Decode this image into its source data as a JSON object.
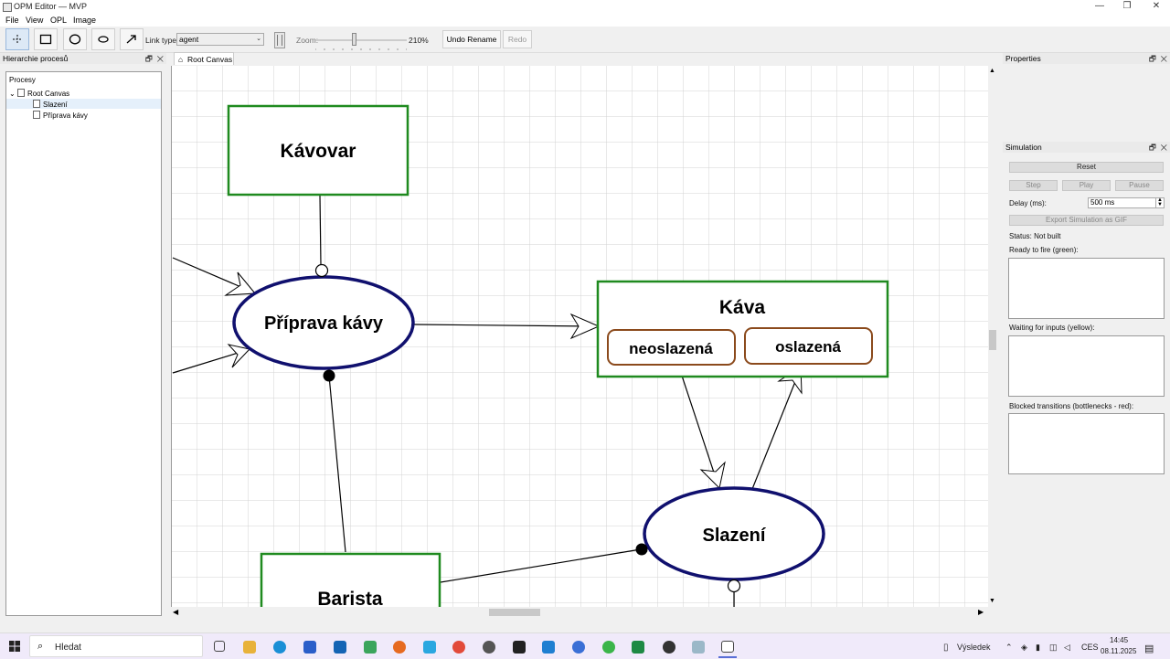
{
  "window": {
    "title": "OPM Editor — MVP"
  },
  "menu": [
    "File",
    "View",
    "OPL",
    "Image"
  ],
  "toolbar": {
    "tools": [
      "select-icon",
      "rectangle-icon",
      "circle-icon",
      "ellipse-icon",
      "arrow-icon"
    ],
    "link_type_label": "Link type:",
    "link_type_value": "agent",
    "zoom_label": "Zoom:",
    "zoom_value": "210%",
    "undo_label": "Undo Rename",
    "redo_label": "Redo"
  },
  "hierarchy": {
    "title": "Hierarchie procesů",
    "header": "Procesy",
    "root": "Root Canvas",
    "children": [
      "Slazení",
      "Příprava kávy"
    ]
  },
  "canvas": {
    "tab_label": "Root Canvas",
    "objects": {
      "kavovar": "Kávovar",
      "kava": "Káva",
      "barista": "Barista"
    },
    "states": {
      "neoslazena": "neoslazená",
      "oslazena": "oslazená"
    },
    "processes": {
      "priprava": "Příprava kávy",
      "slazeni": "Slazení"
    }
  },
  "properties": {
    "title": "Properties"
  },
  "simulation": {
    "title": "Simulation",
    "reset": "Reset",
    "step": "Step",
    "play": "Play",
    "pause": "Pause",
    "delay_label": "Delay (ms):",
    "delay_value": "500 ms",
    "export": "Export Simulation as GIF",
    "status": "Status: Not built",
    "ready": "Ready to fire (green):",
    "waiting": "Waiting for inputs (yellow):",
    "blocked": "Blocked transitions (bottlenecks - red):"
  },
  "taskbar": {
    "search_placeholder": "Hledat",
    "tray_label": "Výsledek",
    "lang": "CES",
    "time": "14:45",
    "date": "08.11.2025"
  }
}
